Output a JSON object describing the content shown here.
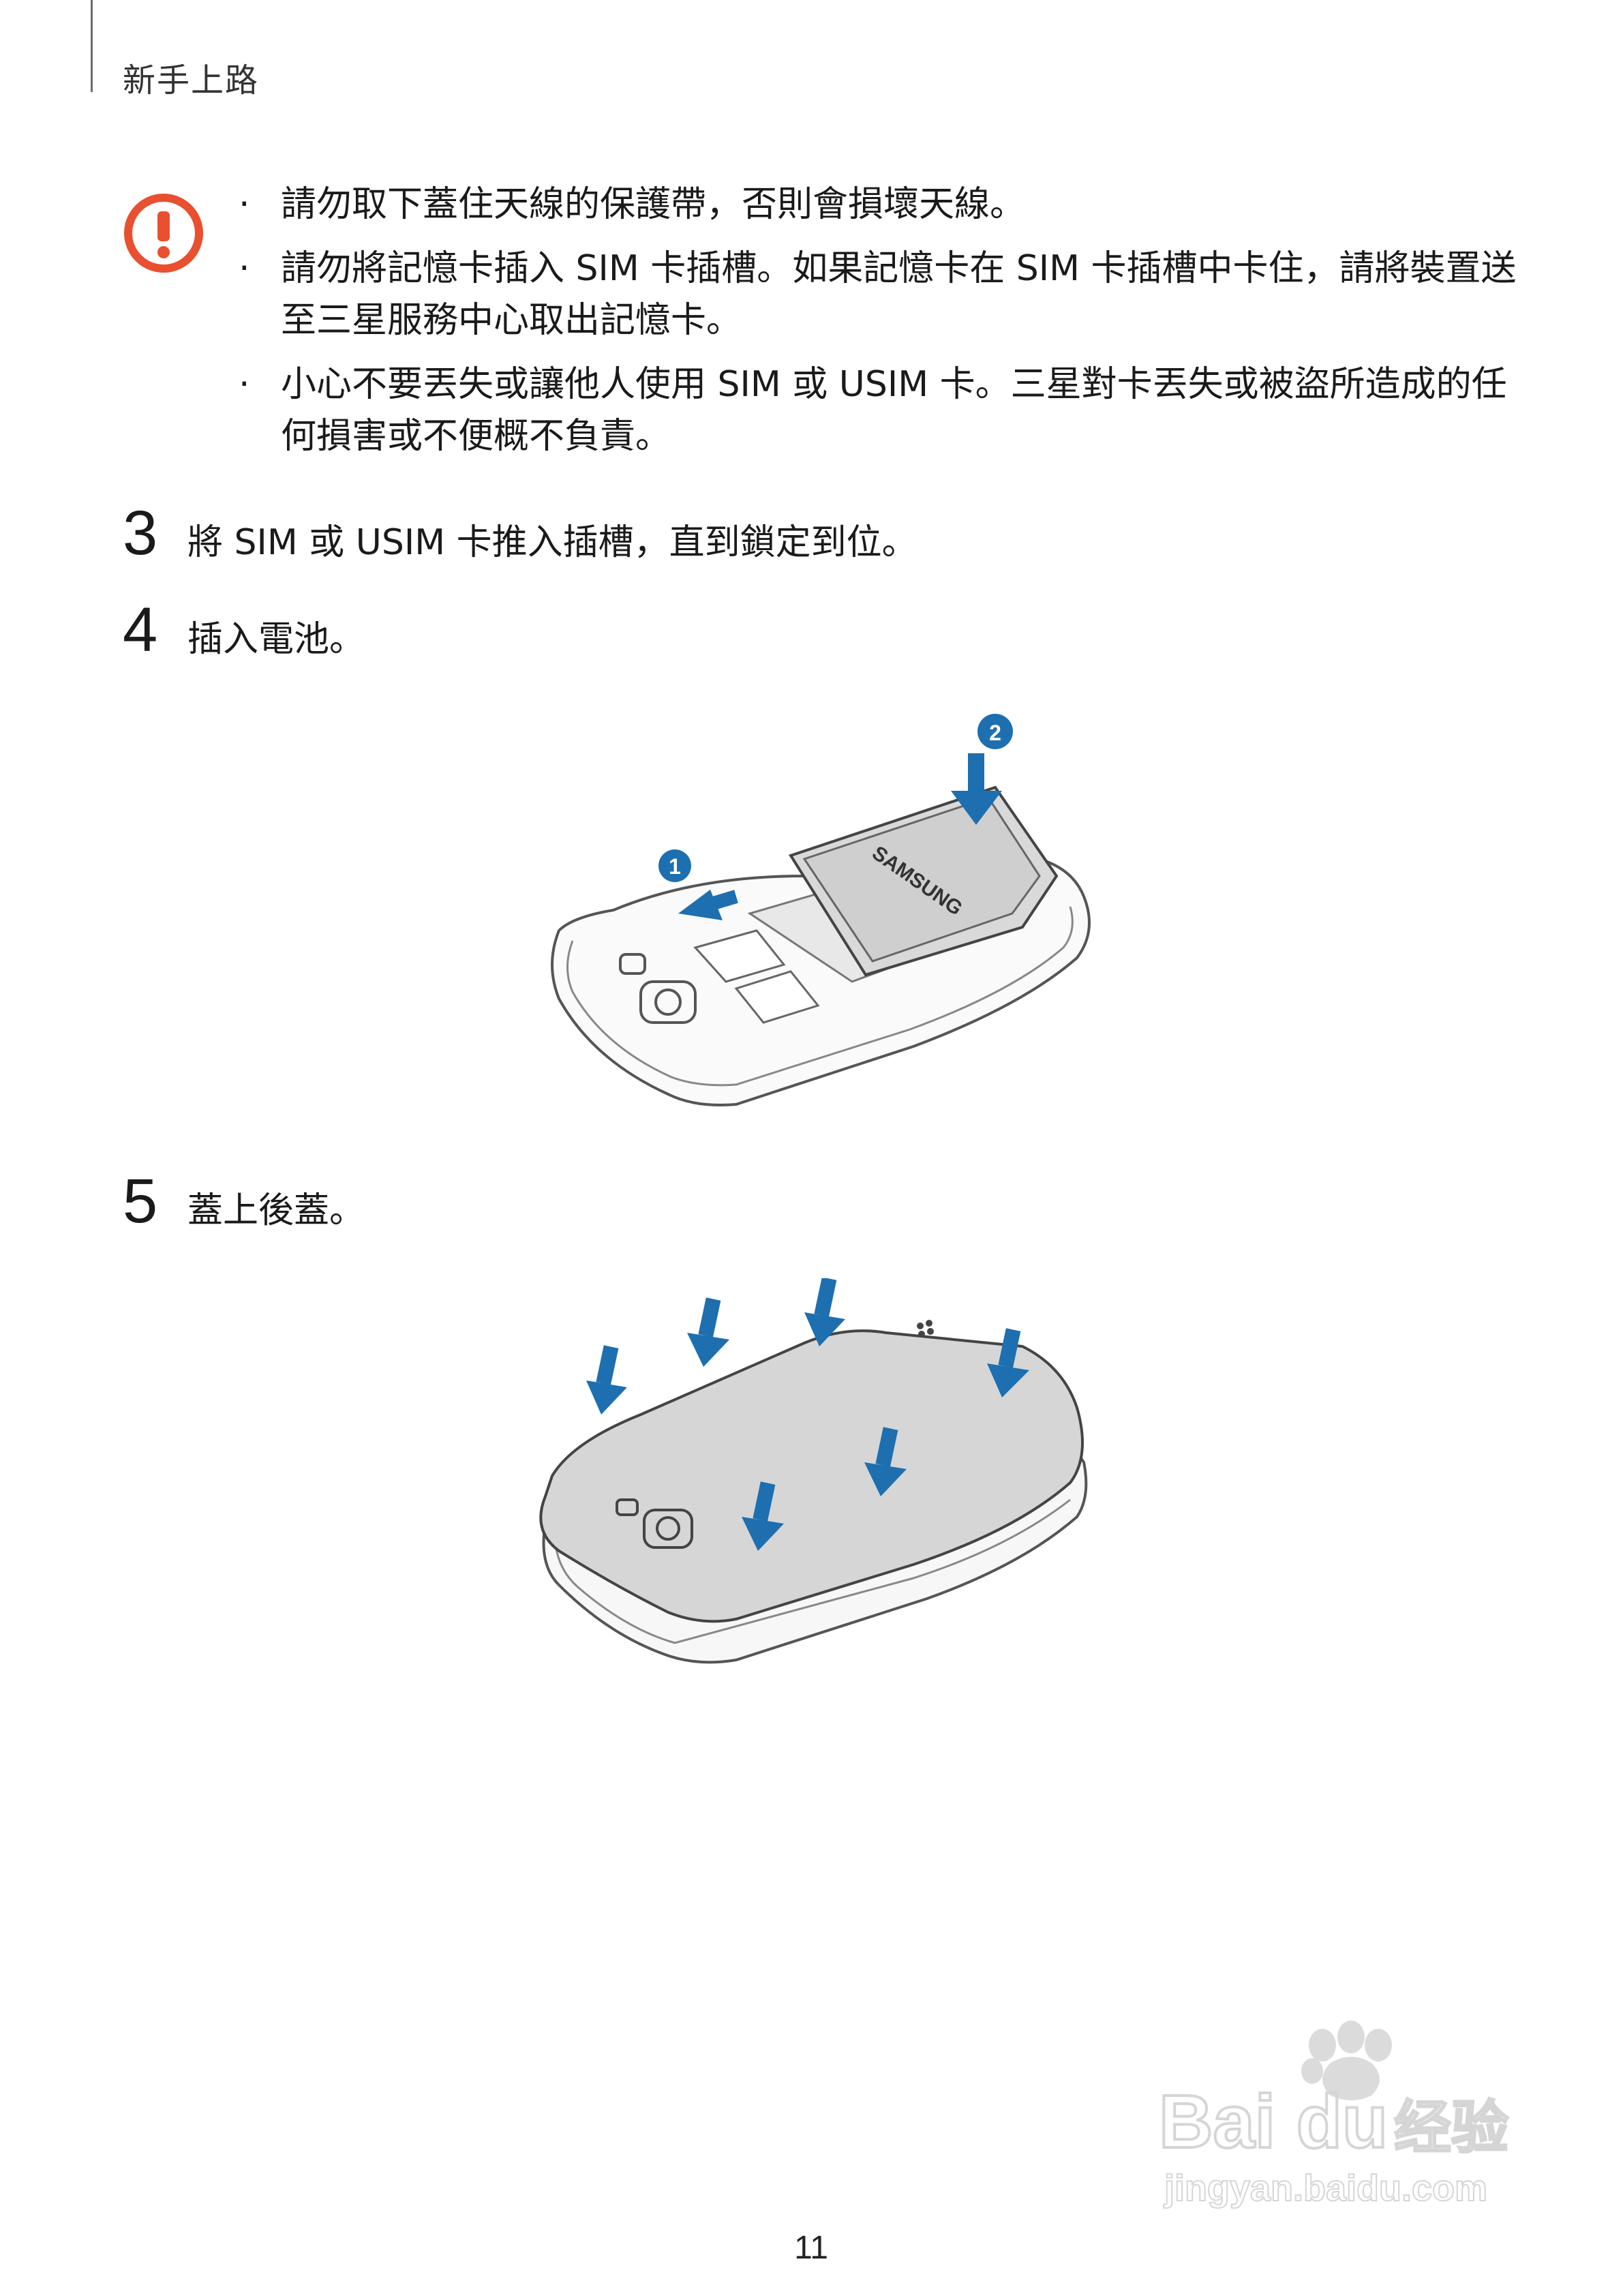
{
  "header": {
    "section_title": "新手上路"
  },
  "warning": {
    "icon": "exclamation-circle-icon",
    "color": "#e8502f",
    "bullets": [
      "請勿取下蓋住天線的保護帶，否則會損壞天線。",
      "請勿將記憶卡插入 SIM 卡插槽。如果記憶卡在 SIM 卡插槽中卡住，請將裝置送至三星服務中心取出記憶卡。",
      "小心不要丟失或讓他人使用 SIM 或 USIM 卡。三星對卡丟失或被盜所造成的任何損害或不便概不負責。"
    ]
  },
  "steps": [
    {
      "num": "3",
      "text": "將 SIM 或 USIM 卡推入插槽，直到鎖定到位。"
    },
    {
      "num": "4",
      "text": "插入電池。"
    },
    {
      "num": "5",
      "text": "蓋上後蓋。"
    }
  ],
  "figure_battery": {
    "brand": "SAMSUNG",
    "callout_1": "1",
    "callout_2": "2",
    "accent": "#1d6fb0"
  },
  "figure_cover": {
    "accent": "#1d6fb0"
  },
  "footer": {
    "page_number": "11"
  },
  "watermark": {
    "logo": "Bai du",
    "text_cn": "经验",
    "url": "jingyan.baidu.com"
  }
}
